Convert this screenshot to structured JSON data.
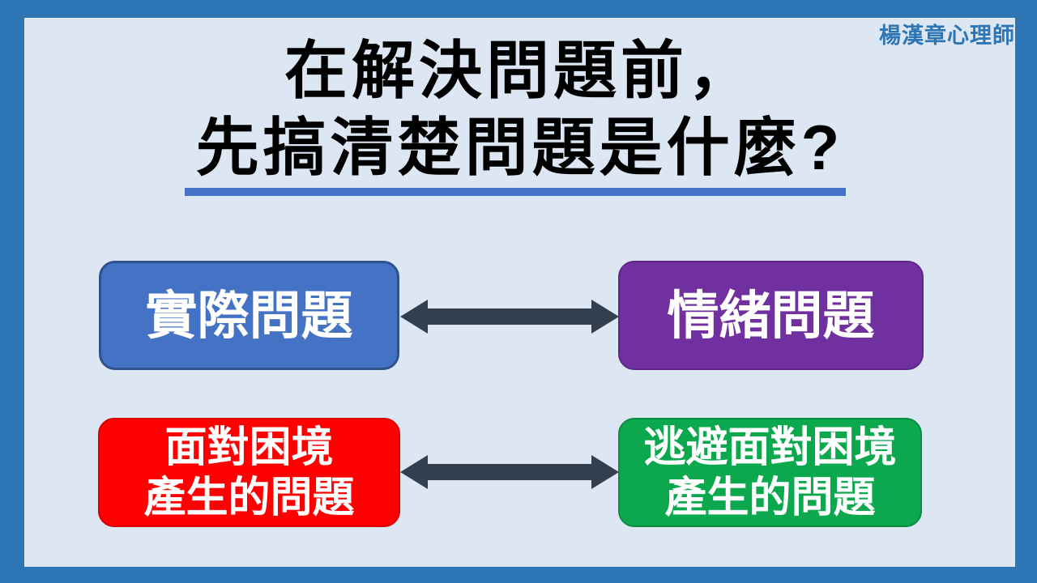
{
  "slide": {
    "credit": "楊漢章心理師",
    "title": {
      "line1": "在解決問題前，",
      "line2": "先搞清楚問題是什麼?"
    },
    "boxes": {
      "practical": {
        "label": "實際問題",
        "color": "#4472C4"
      },
      "emotional": {
        "label": "情緒問題",
        "color": "#7030A0"
      },
      "facing": {
        "line1": "面對困境",
        "line2": "產生的問題",
        "color": "#FE0000"
      },
      "avoiding": {
        "line1": "逃避面對困境",
        "line2": "產生的問題",
        "color": "#0CA84D"
      }
    },
    "arrows": {
      "type": "double-headed",
      "count": 2,
      "color": "#333E4F"
    },
    "colors": {
      "frame": "#2E75B6",
      "canvas": "#DDE7F3",
      "title_text": "#000000",
      "underline": "#4472C4",
      "credit_text": "#2E75B6",
      "box_text": "#FFFFFF"
    }
  }
}
